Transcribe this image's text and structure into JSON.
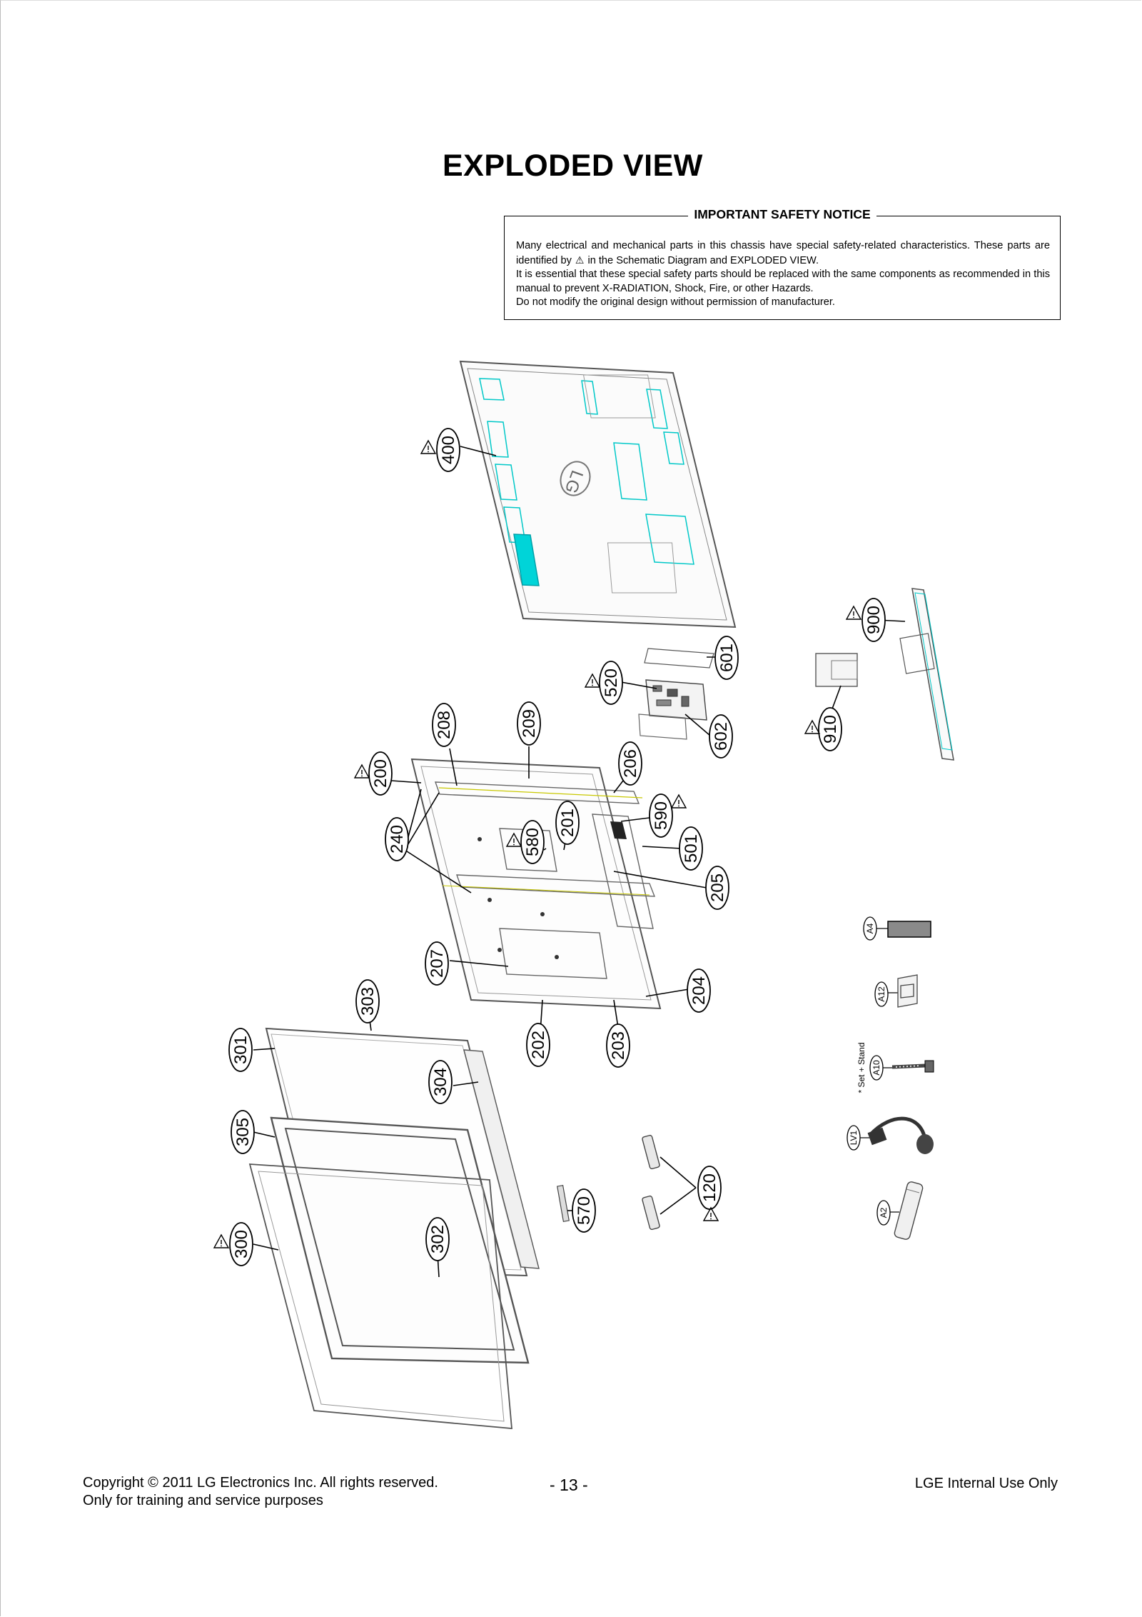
{
  "title": "EXPLODED VIEW",
  "notice": {
    "heading": "IMPORTANT SAFETY NOTICE",
    "line1": "Many electrical and mechanical parts in this chassis have special safety-related characteristics. These parts are identified by",
    "line1b": "in the Schematic Diagram and EXPLODED VIEW.",
    "line2": "It is essential that these special safety parts should be replaced with the same components as recommended in this manual to prevent X-RADIATION, Shock, Fire, or other Hazards.",
    "line3": "Do not modify the original design without permission of manufacturer.",
    "warning_symbol": "⚠"
  },
  "callouts": [
    "400",
    "900",
    "601",
    "520",
    "602",
    "910",
    "209",
    "208",
    "200",
    "206",
    "590",
    "201",
    "240",
    "580",
    "501",
    "205",
    "207",
    "204",
    "303",
    "202",
    "203",
    "301",
    "304",
    "305",
    "120",
    "570",
    "300",
    "302"
  ],
  "accessories": {
    "a4": "A4",
    "a12": "A12",
    "a10": "A10",
    "set_stand": "* Set + Stand",
    "lv1": "LV1",
    "a2": "A2"
  },
  "logo_text": "LG",
  "footer": {
    "copyright": "Copyright © 2011 LG Electronics Inc. All rights reserved.",
    "purpose": "Only for training and service purposes",
    "page": "- 13 -",
    "internal": "LGE Internal Use Only"
  },
  "colors": {
    "accent": "#00c8c8",
    "line": "#000000",
    "part_line": "#555555"
  }
}
